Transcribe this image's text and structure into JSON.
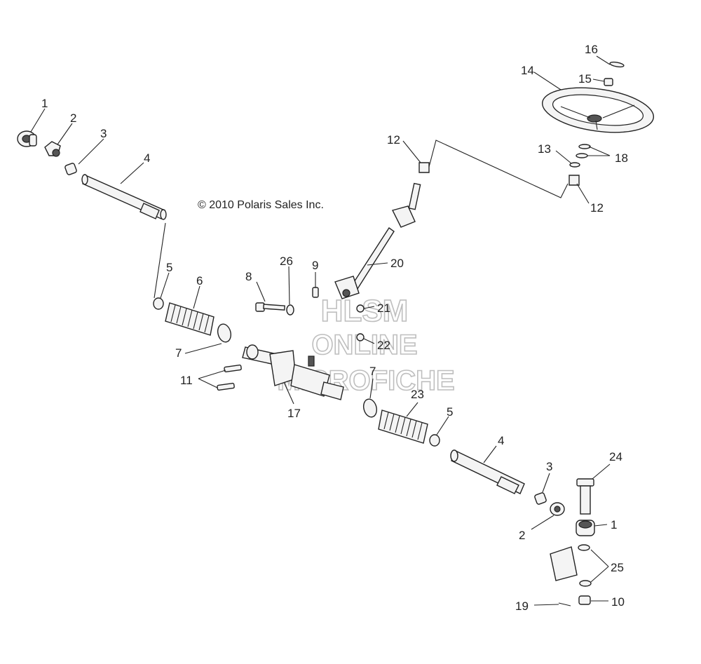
{
  "copyright": "© 2010 Polaris Sales Inc.",
  "watermark": {
    "line1": "HLSM",
    "line2": "ONLINE",
    "line3": "MICROFICHE"
  },
  "callouts": [
    {
      "id": "c1a",
      "text": "1"
    },
    {
      "id": "c2a",
      "text": "2"
    },
    {
      "id": "c3a",
      "text": "3"
    },
    {
      "id": "c4a",
      "text": "4"
    },
    {
      "id": "c5a",
      "text": "5"
    },
    {
      "id": "c6",
      "text": "6"
    },
    {
      "id": "c7a",
      "text": "7"
    },
    {
      "id": "c8",
      "text": "8"
    },
    {
      "id": "c9",
      "text": "9"
    },
    {
      "id": "c26",
      "text": "26"
    },
    {
      "id": "c11",
      "text": "11"
    },
    {
      "id": "c17",
      "text": "17"
    },
    {
      "id": "c12a",
      "text": "12"
    },
    {
      "id": "c20",
      "text": "20"
    },
    {
      "id": "c21",
      "text": "21"
    },
    {
      "id": "c22",
      "text": "22"
    },
    {
      "id": "c7b",
      "text": "7"
    },
    {
      "id": "c23",
      "text": "23"
    },
    {
      "id": "c5b",
      "text": "5"
    },
    {
      "id": "c4b",
      "text": "4"
    },
    {
      "id": "c3b",
      "text": "3"
    },
    {
      "id": "c2b",
      "text": "2"
    },
    {
      "id": "c1b",
      "text": "1"
    },
    {
      "id": "c24",
      "text": "24"
    },
    {
      "id": "c25",
      "text": "25"
    },
    {
      "id": "c19",
      "text": "19"
    },
    {
      "id": "c10",
      "text": "10"
    },
    {
      "id": "c16",
      "text": "16"
    },
    {
      "id": "c14",
      "text": "14"
    },
    {
      "id": "c15",
      "text": "15"
    },
    {
      "id": "c13",
      "text": "13"
    },
    {
      "id": "c18",
      "text": "18"
    },
    {
      "id": "c12b",
      "text": "12"
    }
  ]
}
